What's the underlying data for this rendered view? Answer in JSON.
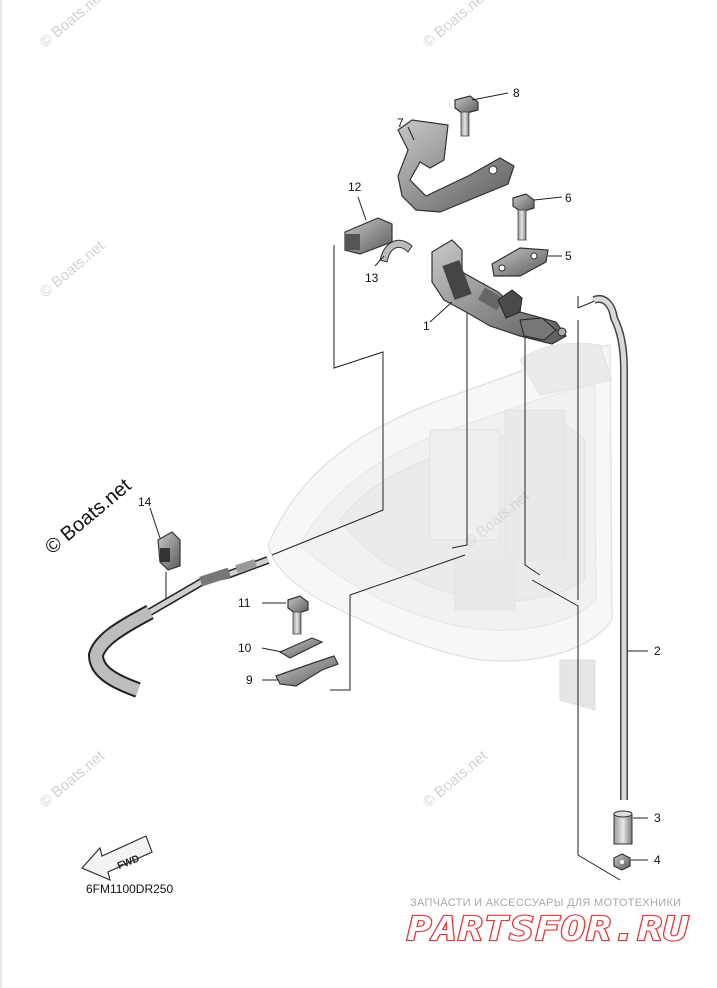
{
  "callouts": [
    {
      "id": "1",
      "name": "bracket-assembly"
    },
    {
      "id": "2",
      "name": "throttle-rod"
    },
    {
      "id": "3",
      "name": "rod-joint"
    },
    {
      "id": "4",
      "name": "nut"
    },
    {
      "id": "5",
      "name": "plate"
    },
    {
      "id": "6",
      "name": "bolt-6"
    },
    {
      "id": "7",
      "name": "bracket"
    },
    {
      "id": "8",
      "name": "bolt-8"
    },
    {
      "id": "9",
      "name": "plate-9"
    },
    {
      "id": "10",
      "name": "plate-10"
    },
    {
      "id": "11",
      "name": "bolt-11"
    },
    {
      "id": "12",
      "name": "holder"
    },
    {
      "id": "13",
      "name": "clip"
    },
    {
      "id": "14",
      "name": "cable-clamp"
    }
  ],
  "watermark": "© Boats.net",
  "fwd_label": "FWD",
  "diagram_code": "6FM1100DR250",
  "footer": {
    "tagline": "ЗАПЧАСТИ И АКСЕССУАРЫ ДЛЯ МОТОТЕХНИКИ",
    "brand": "PARTSFOR.RU",
    "brand_color": "#e43b3b"
  }
}
